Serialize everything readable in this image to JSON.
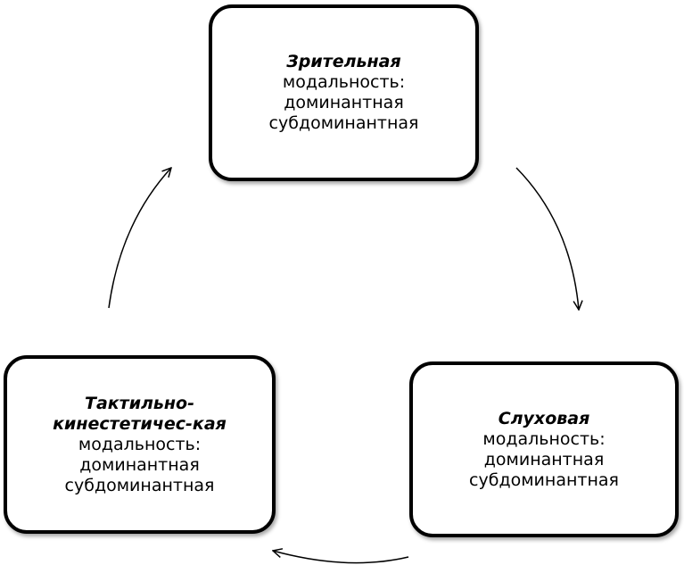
{
  "nodes": {
    "visual": {
      "title": "Зрительная",
      "line1": "модальность:",
      "line2": "доминантная",
      "line3": "субдоминантная"
    },
    "auditory": {
      "title": "Слуховая",
      "line1": "модальность:",
      "line2": "доминантная",
      "line3": "субдоминантная"
    },
    "tactile": {
      "title1": "Тактильно-",
      "title2": "кинестетичес-кая",
      "line1": "модальность:",
      "line2": "доминантная",
      "line3": "субдоминантная"
    }
  }
}
